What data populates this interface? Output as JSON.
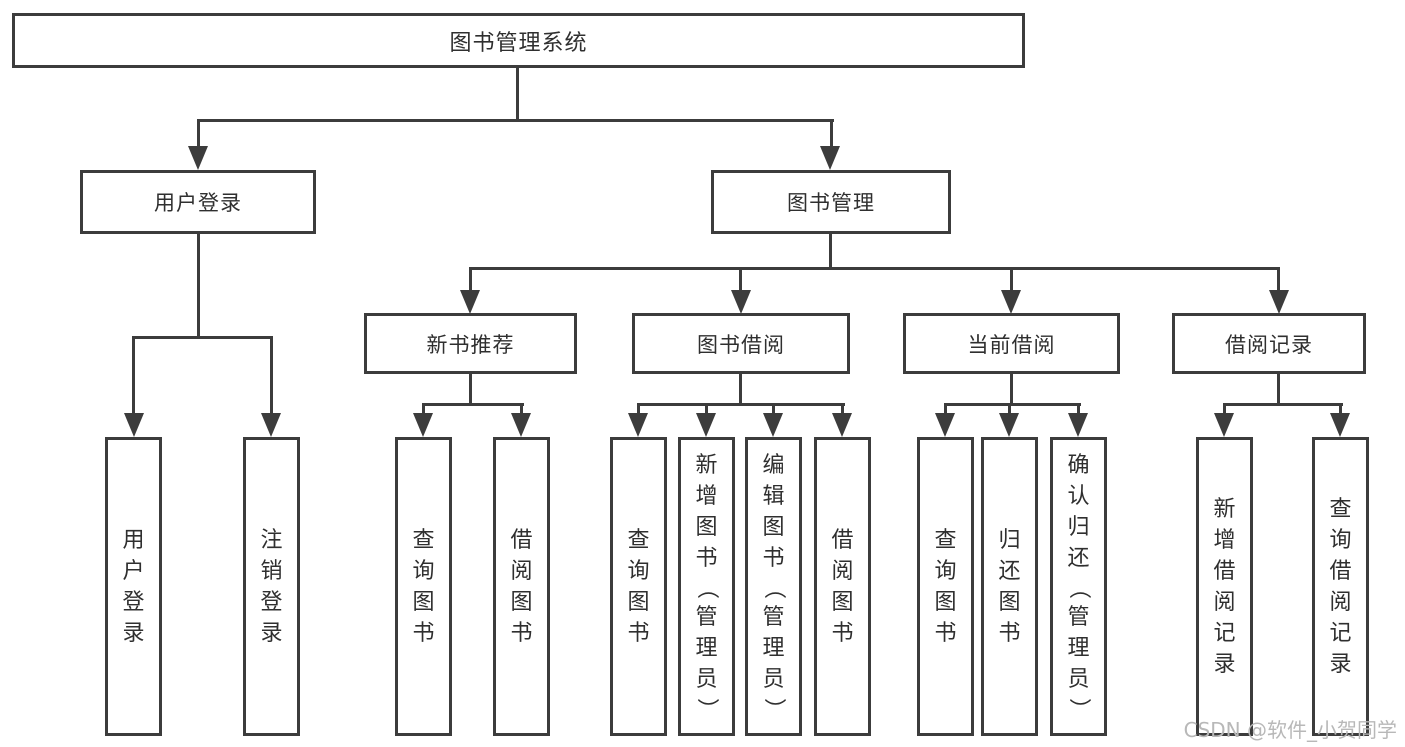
{
  "colors": {
    "line": "#3c3c3c",
    "text": "#2f2f2f",
    "background": "#ffffff",
    "watermark_text": "#b8b8b8"
  },
  "nodes": {
    "root": "图书管理系统",
    "level2": [
      "用户登录",
      "图书管理"
    ],
    "level3": [
      "新书推荐",
      "图书借阅",
      "当前借阅",
      "借阅记录"
    ],
    "children": {
      "user_login": [
        "用户登录",
        "注销登录"
      ],
      "new_book_recommend": [
        "查询图书",
        "借阅图书"
      ],
      "book_borrow": [
        "查询图书",
        "新增图书（管理员）",
        "编辑图书（管理员）",
        "借阅图书"
      ],
      "current_borrow": [
        "查询图书",
        "归还图书",
        "确认归还（管理员）"
      ],
      "borrow_records": [
        "新增借阅记录",
        "查询借阅记录"
      ]
    }
  },
  "watermark": {
    "text": "CSDN @软件_小贺同学"
  }
}
